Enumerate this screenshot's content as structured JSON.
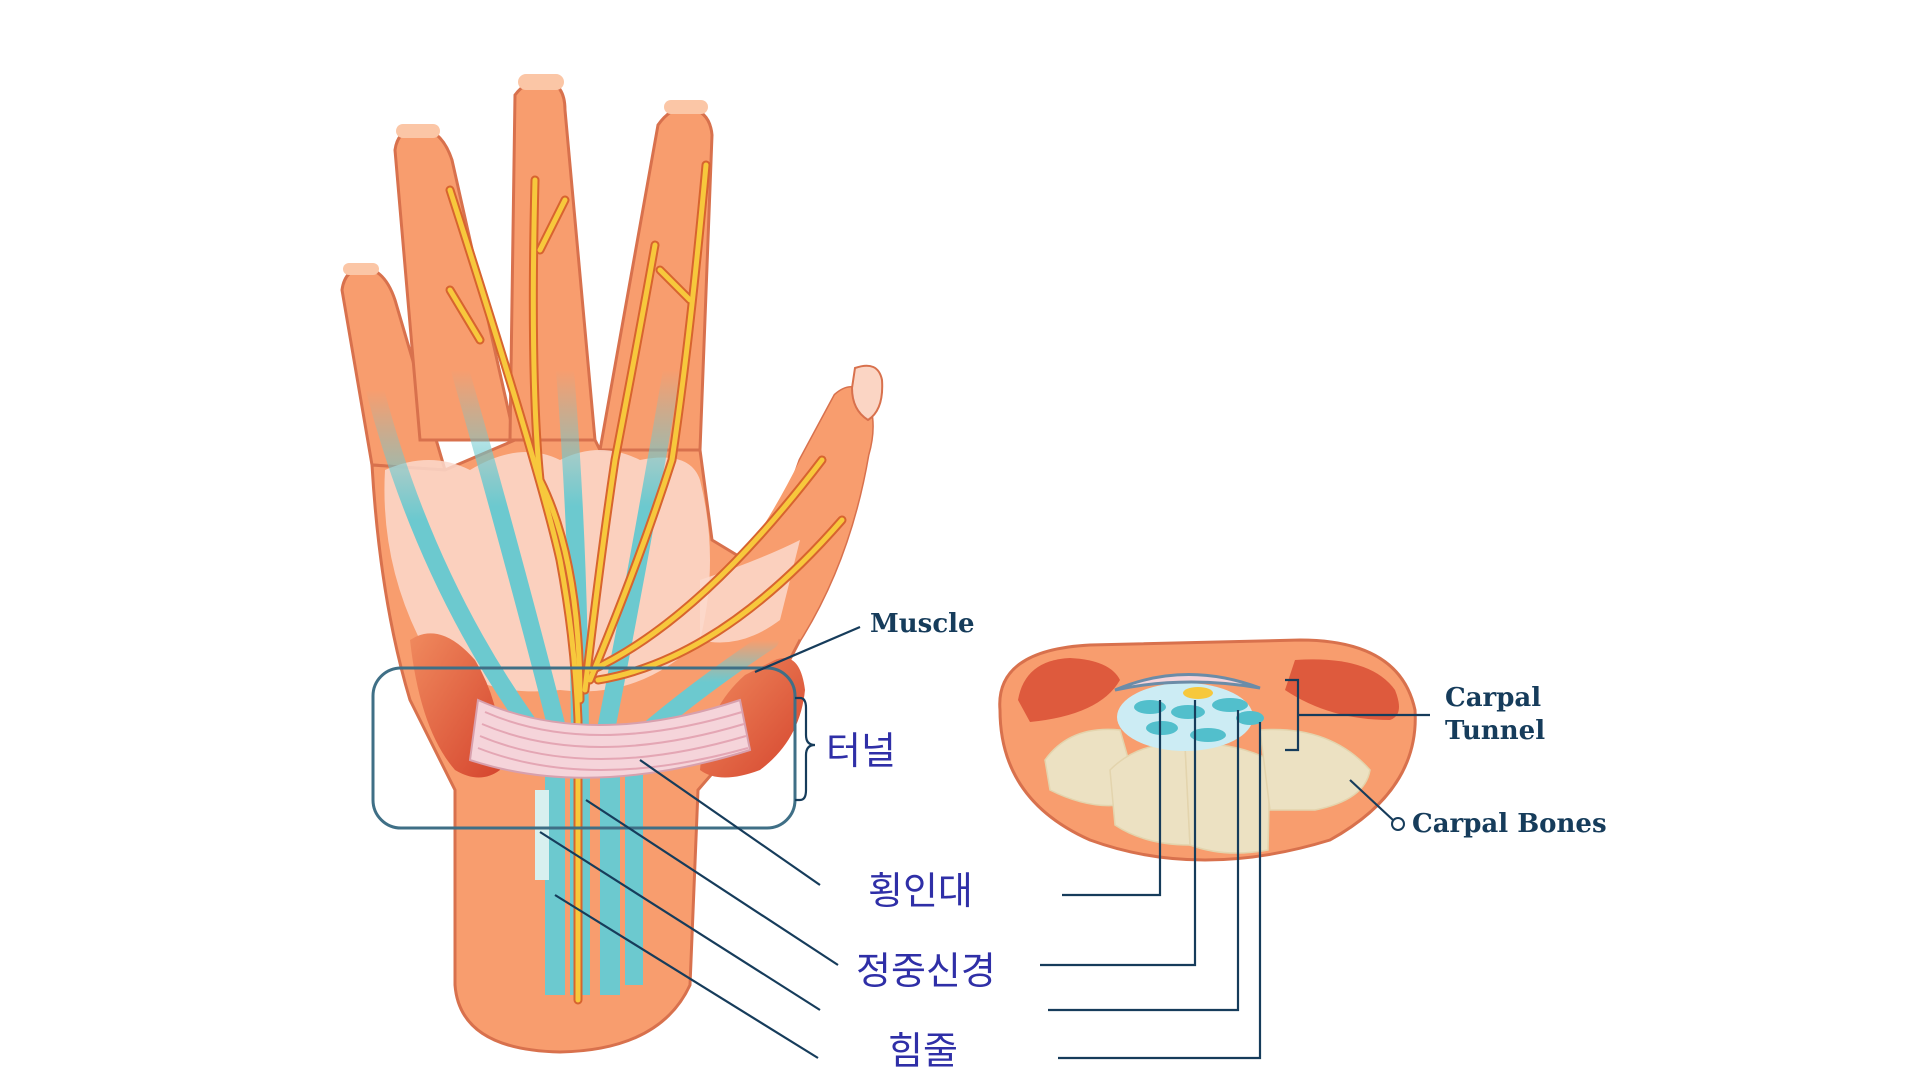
{
  "labels": {
    "muscle": "Muscle",
    "carpal_tunnel": "Carpal\nTunnel",
    "carpal_bones": "Carpal Bones",
    "tunnel_ko": "터널",
    "ligament_ko": "횡인대",
    "median_nerve_ko": "정중신경",
    "tendon_ko": "힘줄"
  },
  "colors": {
    "skin": "#f89d6e",
    "skin_outline": "#d8714d",
    "tendon": "#6cc9cf",
    "nerve": "#f7c83c",
    "ligament": "#f5d4da",
    "muscle": "#de5a3d",
    "bone": "#ece1c2",
    "leader": "#163c5b",
    "korean_text": "#2f2fa7"
  }
}
